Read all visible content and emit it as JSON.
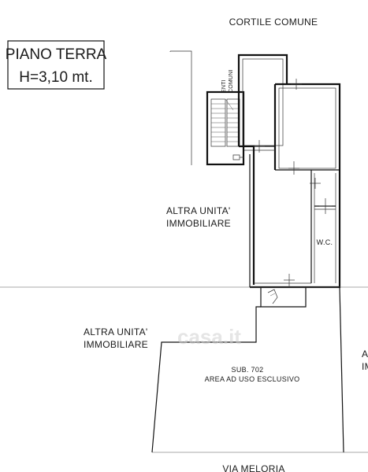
{
  "title": {
    "line1": "PIANO TERRA",
    "line2": "H=3,10 mt."
  },
  "labels": {
    "top_courtyard": "CORTILE COMUNE",
    "common_entities_1": "ENTI",
    "common_entities_2": "COMUNI",
    "other_unit_right_1": "ALTRA UNITA'",
    "other_unit_right_2": "IMMOBILIARE",
    "other_unit_left_1": "ALTRA UNITA'",
    "other_unit_left_2": "IMMOBILIARE",
    "wc": "W.C.",
    "sub": "SUB. 702",
    "exclusive_area": "AREA AD USO ESCLUSIVO",
    "street": "VIA MELORIA",
    "edge_right_1": "A",
    "edge_right_2": "IM"
  },
  "watermark": "casa.it",
  "colors": {
    "line": "#111111",
    "background": "#ffffff"
  }
}
